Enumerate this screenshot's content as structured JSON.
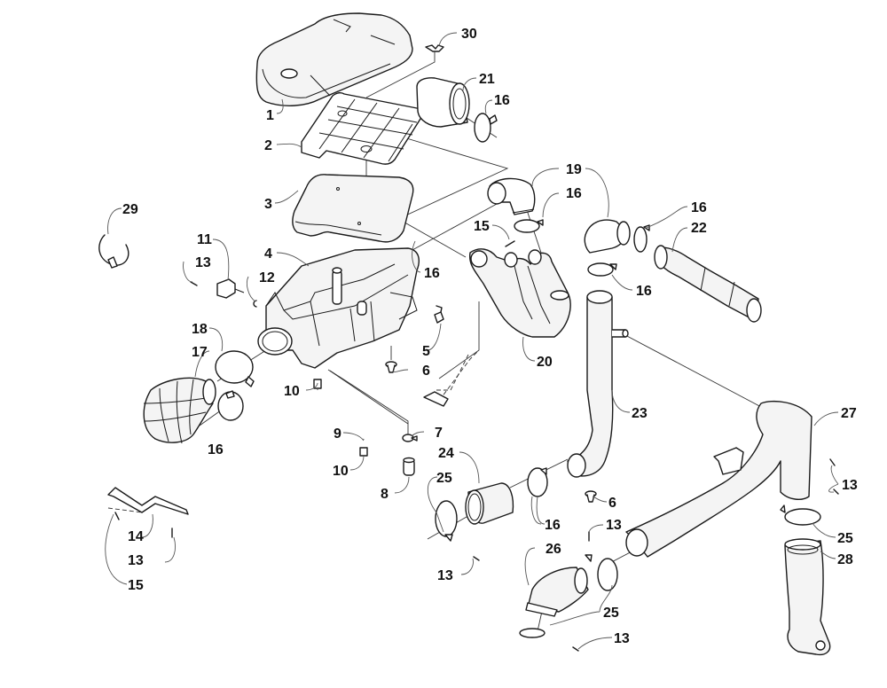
{
  "diagram": {
    "title": "Air Intake Assembly exploded view",
    "callouts": [
      {
        "id": "c30",
        "label": "30",
        "part": "wing-nut"
      },
      {
        "id": "c1",
        "label": "1",
        "part": "air-box-cover"
      },
      {
        "id": "c21",
        "label": "21",
        "part": "air-filter-element"
      },
      {
        "id": "c16a",
        "label": "16",
        "part": "hose-clamp"
      },
      {
        "id": "c2",
        "label": "2",
        "part": "filter-grid"
      },
      {
        "id": "c19",
        "label": "19",
        "part": "elbow-boot"
      },
      {
        "id": "c16b",
        "label": "16",
        "part": "hose-clamp"
      },
      {
        "id": "c29",
        "label": "29",
        "part": "clamp-ring"
      },
      {
        "id": "c3",
        "label": "3",
        "part": "pre-filter-foam"
      },
      {
        "id": "c16c",
        "label": "16",
        "part": "hose-clamp"
      },
      {
        "id": "c22",
        "label": "22",
        "part": "intake-hose"
      },
      {
        "id": "c15a",
        "label": "15",
        "part": "screw"
      },
      {
        "id": "c11",
        "label": "11",
        "part": "sensor"
      },
      {
        "id": "c4",
        "label": "4",
        "part": "air-box-housing"
      },
      {
        "id": "c13a",
        "label": "13",
        "part": "screw"
      },
      {
        "id": "c16d",
        "label": "16",
        "part": "hose-clamp"
      },
      {
        "id": "c16e",
        "label": "16",
        "part": "hose-clamp"
      },
      {
        "id": "c12",
        "label": "12",
        "part": "o-ring"
      },
      {
        "id": "c5",
        "label": "5",
        "part": "clip"
      },
      {
        "id": "c18",
        "label": "18",
        "part": "clamp"
      },
      {
        "id": "c20",
        "label": "20",
        "part": "intake-manifold"
      },
      {
        "id": "c6a",
        "label": "6",
        "part": "push-rivet"
      },
      {
        "id": "c17",
        "label": "17",
        "part": "inlet-boot"
      },
      {
        "id": "c10a",
        "label": "10",
        "part": "hose-clip"
      },
      {
        "id": "c23",
        "label": "23",
        "part": "intake-duct"
      },
      {
        "id": "c27",
        "label": "27",
        "part": "cvt-duct"
      },
      {
        "id": "c16f",
        "label": "16",
        "part": "hose-clamp"
      },
      {
        "id": "c9",
        "label": "9",
        "part": "drain-hose"
      },
      {
        "id": "c7",
        "label": "7",
        "part": "hose-clip"
      },
      {
        "id": "c10b",
        "label": "10",
        "part": "hose-clip"
      },
      {
        "id": "c24",
        "label": "24",
        "part": "adapter"
      },
      {
        "id": "c13b",
        "label": "13",
        "part": "screw"
      },
      {
        "id": "c8",
        "label": "8",
        "part": "drain-plug"
      },
      {
        "id": "c25a",
        "label": "25",
        "part": "clamp"
      },
      {
        "id": "c6b",
        "label": "6",
        "part": "push-rivet"
      },
      {
        "id": "c16g",
        "label": "16",
        "part": "hose-clamp"
      },
      {
        "id": "c25b",
        "label": "25",
        "part": "clamp"
      },
      {
        "id": "c13c",
        "label": "13",
        "part": "screw"
      },
      {
        "id": "c14",
        "label": "14",
        "part": "bracket"
      },
      {
        "id": "c28",
        "label": "28",
        "part": "outlet-duct"
      },
      {
        "id": "c13d",
        "label": "13",
        "part": "screw"
      },
      {
        "id": "c13e",
        "label": "13",
        "part": "screw"
      },
      {
        "id": "c26",
        "label": "26",
        "part": "elbow"
      },
      {
        "id": "c15b",
        "label": "15",
        "part": "screw"
      },
      {
        "id": "c13f",
        "label": "13",
        "part": "screw"
      },
      {
        "id": "c25c",
        "label": "25",
        "part": "clamp"
      }
    ]
  }
}
